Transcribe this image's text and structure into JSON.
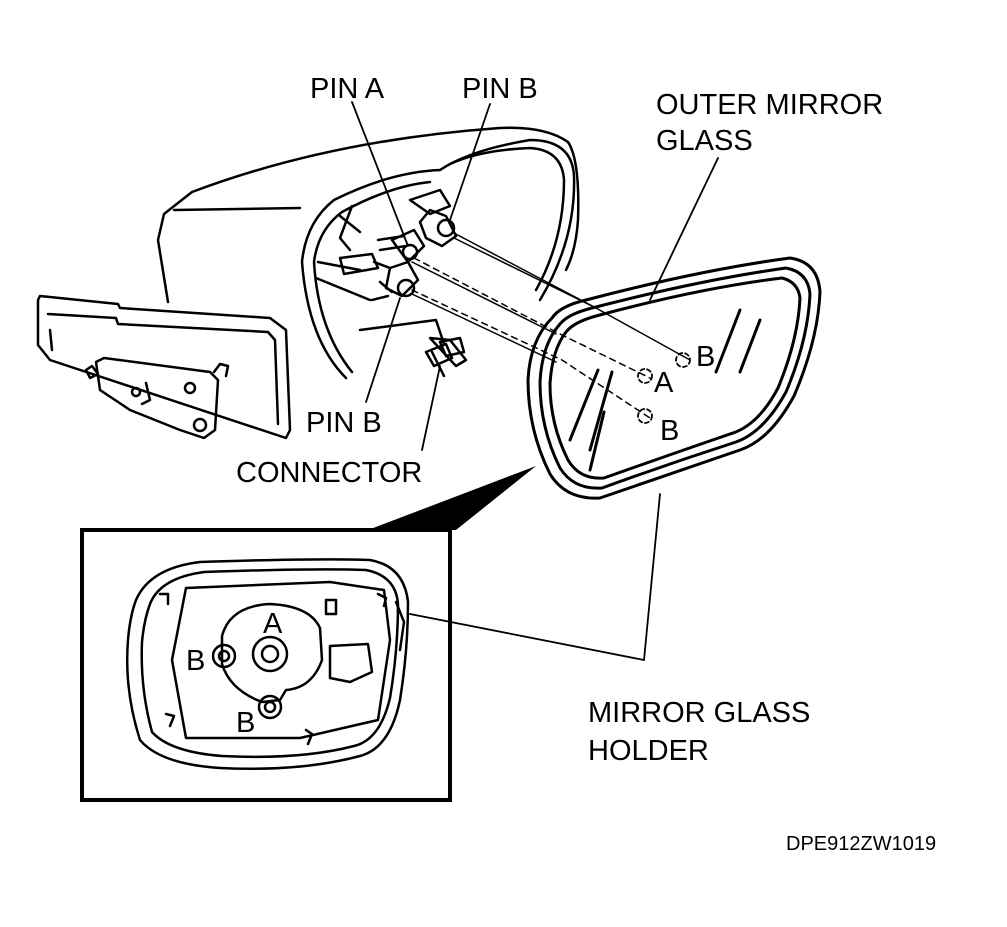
{
  "labels": {
    "pin_a": "PIN A",
    "pin_b_top": "PIN B",
    "outer_mirror_glass_line1": "OUTER MIRROR",
    "outer_mirror_glass_line2": "GLASS",
    "pin_b_lower": "PIN B",
    "connector": "CONNECTOR",
    "mirror_glass_holder_line1": "MIRROR GLASS",
    "mirror_glass_holder_line2": "HOLDER",
    "glass_b_upper": "B",
    "glass_a": "A",
    "glass_b_lower": "B",
    "detail_a": "A",
    "detail_b_left": "B",
    "detail_b_lower": "B"
  },
  "figure_code": "DPE912ZW1019"
}
